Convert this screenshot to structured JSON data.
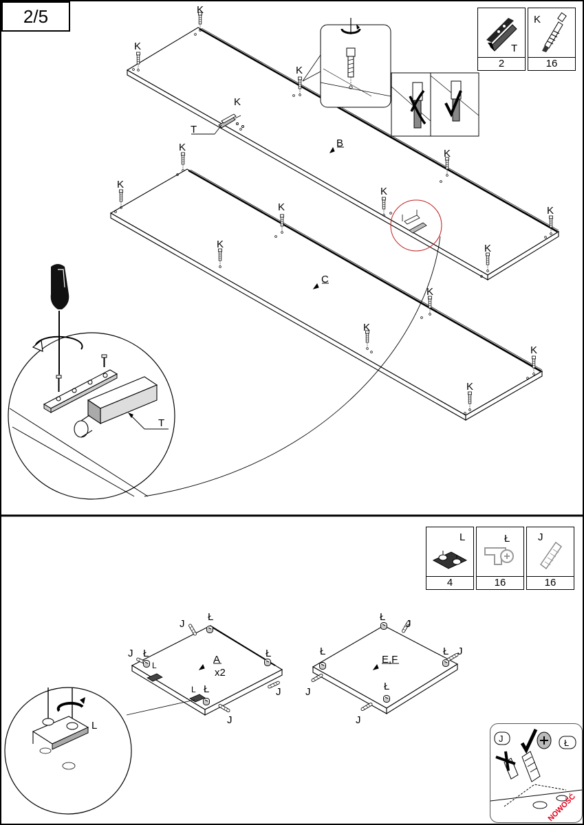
{
  "page": {
    "step": "2/5"
  },
  "parts_top": [
    {
      "letter": "T",
      "qty": "2",
      "icon": "cam-lock-fitting-icon"
    },
    {
      "letter": "K",
      "qty": "16",
      "icon": "cam-bolt-icon"
    }
  ],
  "parts_bottom": [
    {
      "letter": "L",
      "qty": "4",
      "icon": "shelf-support-clip-icon"
    },
    {
      "letter": "Ł",
      "qty": "16",
      "icon": "cam-lock-icon"
    },
    {
      "letter": "J",
      "qty": "16",
      "icon": "wooden-dowel-icon"
    }
  ],
  "callouts": {
    "K": "K",
    "T": "T",
    "J": "J",
    "L": "L",
    "L_stroke": "Ł",
    "panel_B": "B",
    "panel_C": "C",
    "panel_A": "A",
    "panel_A_qty": "x2",
    "panel_EF": "E,F"
  },
  "warning": {
    "left_label": "J",
    "right_label": "Ł",
    "badge": "NOWOŚĆ",
    "badge_color": "#e0001a"
  }
}
